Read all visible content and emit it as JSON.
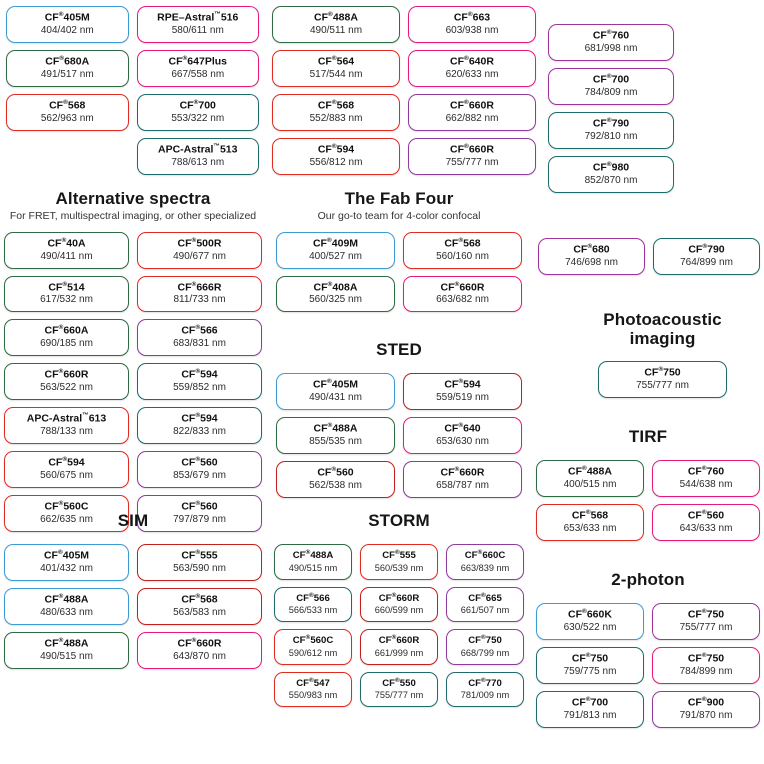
{
  "palette": {
    "blue": "#3d9bd4",
    "green": "#2f6b42",
    "red": "#e02b20",
    "magenta": "#e6197d",
    "teal": "#1f6b6b",
    "purple": "#8e3a9e",
    "violet": "#a0329e",
    "darkred": "#c2201c",
    "pinkred": "#e8355f"
  },
  "sections": [
    {
      "id": "top-left",
      "title": "",
      "subtitle": "",
      "columns": 2,
      "chips": [
        {
          "name": "CF",
          "reg": "®",
          "suffix": "405M",
          "spec": "404/402 nm",
          "color": "#3d9bd4"
        },
        {
          "name": "RPE–Astral",
          "tm": "™",
          "suffix": "516",
          "spec": "580/611 nm",
          "color": "#e6197d"
        },
        {
          "name": "CF",
          "reg": "®",
          "suffix": "680A",
          "spec": "491/517 nm",
          "color": "#2f6b42"
        },
        {
          "name": "CF",
          "reg": "®",
          "suffix": "647Plus",
          "spec": "667/558 nm",
          "color": "#e6197d"
        },
        {
          "name": "CF",
          "reg": "®",
          "suffix": "568",
          "spec": "562/963 nm",
          "color": "#e02b20"
        },
        {
          "name": "CF",
          "reg": "®",
          "suffix": "700",
          "spec": "553/322 nm",
          "color": "#1f6b6b"
        },
        {
          "name": "",
          "reg": "",
          "suffix": "",
          "spec": "",
          "color": "",
          "blank": true
        },
        {
          "name": "APC-Astral",
          "tm": "™",
          "suffix": "513",
          "spec": "788/613 nm",
          "color": "#1f6b6b"
        }
      ]
    },
    {
      "id": "top-mid",
      "title": "",
      "subtitle": "",
      "columns": 2,
      "chips": [
        {
          "name": "CF",
          "reg": "®",
          "suffix": "488A",
          "spec": "490/511 nm",
          "color": "#2f6b42"
        },
        {
          "name": "CF",
          "reg": "®",
          "suffix": "663",
          "spec": "603/938 nm",
          "color": "#e6197d"
        },
        {
          "name": "CF",
          "reg": "®",
          "suffix": "564",
          "spec": "517/544 nm",
          "color": "#e02b20"
        },
        {
          "name": "CF",
          "reg": "®",
          "suffix": "640R",
          "spec": "620/633 nm",
          "color": "#e6197d"
        },
        {
          "name": "CF",
          "reg": "®",
          "suffix": "568",
          "spec": "552/883 nm",
          "color": "#e02b20"
        },
        {
          "name": "CF",
          "reg": "®",
          "suffix": "660R",
          "spec": "662/882 nm",
          "color": "#8e3a9e"
        },
        {
          "name": "CF",
          "reg": "®",
          "suffix": "594",
          "spec": "556/812 nm",
          "color": "#e02b20"
        },
        {
          "name": "CF",
          "reg": "®",
          "suffix": "660R",
          "spec": "755/777 nm",
          "color": "#8e3a9e"
        }
      ]
    },
    {
      "id": "top-right",
      "title": "",
      "subtitle": "",
      "columns": 1,
      "chips": [
        {
          "name": "CF",
          "reg": "®",
          "suffix": "760",
          "spec": "681/998 nm",
          "color": "#a0329e"
        },
        {
          "name": "CF",
          "reg": "®",
          "suffix": "700",
          "spec": "784/809 nm",
          "color": "#a0329e"
        },
        {
          "name": "CF",
          "reg": "®",
          "suffix": "790",
          "spec": "792/810 nm",
          "color": "#1f6b6b"
        },
        {
          "name": "CF",
          "reg": "®",
          "suffix": "980",
          "spec": "852/870 nm",
          "color": "#1f6b6b"
        }
      ]
    },
    {
      "id": "alternative-spectra",
      "title": "Alternative spectra",
      "subtitle": "For FRET, multispectral imaging, or other specialized",
      "columns": 2,
      "chips": [
        {
          "name": "CF",
          "reg": "®",
          "suffix": "40A",
          "spec": "490/411 nm",
          "color": "#2f6b42"
        },
        {
          "name": "CF",
          "reg": "®",
          "suffix": "500R",
          "spec": "490/677 nm",
          "color": "#e02b20"
        },
        {
          "name": "CF",
          "reg": "®",
          "suffix": "514",
          "spec": "617/532 nm",
          "color": "#2f6b42"
        },
        {
          "name": "CF",
          "reg": "®",
          "suffix": "666R",
          "spec": "811/733 nm",
          "color": "#e02b20"
        },
        {
          "name": "CF",
          "reg": "®",
          "suffix": "660A",
          "spec": "690/185 nm",
          "color": "#2f6b42"
        },
        {
          "name": "CF",
          "reg": "®",
          "suffix": "566",
          "spec": "683/831 nm",
          "color": "#8e3a9e"
        },
        {
          "name": "CF",
          "reg": "®",
          "suffix": "660R",
          "spec": "563/522 nm",
          "color": "#2f6b42"
        },
        {
          "name": "CF",
          "reg": "®",
          "suffix": "594",
          "spec": "559/852 nm",
          "color": "#1f6b6b"
        },
        {
          "name": "APC-Astral",
          "tm": "™",
          "suffix": "613",
          "spec": "788/133 nm",
          "color": "#e02b20"
        },
        {
          "name": "CF",
          "reg": "®",
          "suffix": "594",
          "spec": "822/833 nm",
          "color": "#1f6b6b"
        },
        {
          "name": "CF",
          "reg": "®",
          "suffix": "594",
          "spec": "560/675 nm",
          "color": "#e02b20"
        },
        {
          "name": "CF",
          "reg": "®",
          "suffix": "560",
          "spec": "853/679 nm",
          "color": "#8e3a9e"
        },
        {
          "name": "CF",
          "reg": "®",
          "suffix": "560C",
          "spec": "662/635 nm",
          "color": "#e02b20"
        },
        {
          "name": "CF",
          "reg": "®",
          "suffix": "560",
          "spec": "797/879 nm",
          "color": "#8e3a9e"
        }
      ]
    },
    {
      "id": "fab-four",
      "title": "The Fab Four",
      "subtitle": "Our go-to team for 4-color confocal",
      "columns": 2,
      "chips": [
        {
          "name": "CF",
          "reg": "®",
          "suffix": "409M",
          "spec": "400/527 nm",
          "color": "#3d9bd4"
        },
        {
          "name": "CF",
          "reg": "®",
          "suffix": "568",
          "spec": "560/160 nm",
          "color": "#e02b20"
        },
        {
          "name": "CF",
          "reg": "®",
          "suffix": "408A",
          "spec": "560/325 nm",
          "color": "#2f6b42"
        },
        {
          "name": "CF",
          "reg": "®",
          "suffix": "660R",
          "spec": "663/682 nm",
          "color": "#e6197d"
        }
      ]
    },
    {
      "id": "sted",
      "title": "STED",
      "subtitle": "",
      "columns": 2,
      "chips": [
        {
          "name": "CF",
          "reg": "®",
          "suffix": "405M",
          "spec": "490/431 nm",
          "color": "#3d9bd4"
        },
        {
          "name": "CF",
          "reg": "®",
          "suffix": "594",
          "spec": "559/519 nm",
          "color": "#c2201c"
        },
        {
          "name": "CF",
          "reg": "®",
          "suffix": "488A",
          "spec": "855/535 nm",
          "color": "#2f6b42"
        },
        {
          "name": "CF",
          "reg": "®",
          "suffix": "640",
          "spec": "653/630 nm",
          "color": "#e6197d"
        },
        {
          "name": "CF",
          "reg": "®",
          "suffix": "560",
          "spec": "562/538 nm",
          "color": "#c2201c"
        },
        {
          "name": "CF",
          "reg": "®",
          "suffix": "660R",
          "spec": "658/787 nm",
          "color": "#8e3a9e"
        }
      ]
    },
    {
      "id": "sim",
      "title": "SIM",
      "subtitle": "",
      "columns": 2,
      "chips": [
        {
          "name": "CF",
          "reg": "®",
          "suffix": "405M",
          "spec": "401/432 nm",
          "color": "#3d9bd4"
        },
        {
          "name": "CF",
          "reg": "®",
          "suffix": "555",
          "spec": "563/590 nm",
          "color": "#c2201c"
        },
        {
          "name": "CF",
          "reg": "®",
          "suffix": "488A",
          "spec": "480/633 nm",
          "color": "#3d9bd4"
        },
        {
          "name": "CF",
          "reg": "®",
          "suffix": "568",
          "spec": "563/583 nm",
          "color": "#c2201c"
        },
        {
          "name": "CF",
          "reg": "®",
          "suffix": "488A",
          "spec": "490/515 nm",
          "color": "#2f6b42"
        },
        {
          "name": "CF",
          "reg": "®",
          "suffix": "660R",
          "spec": "643/870 nm",
          "color": "#e6197d"
        }
      ]
    },
    {
      "id": "storm",
      "title": "STORM",
      "subtitle": "",
      "columns": 3,
      "chips": [
        {
          "name": "CF",
          "reg": "®",
          "suffix": "488A",
          "spec": "490/515 nm",
          "color": "#2f6b42"
        },
        {
          "name": "CF",
          "reg": "®",
          "suffix": "555",
          "spec": "560/539 nm",
          "color": "#e02b20"
        },
        {
          "name": "CF",
          "reg": "®",
          "suffix": "660C",
          "spec": "663/839 nm",
          "color": "#8e3a9e"
        },
        {
          "name": "CF",
          "reg": "®",
          "suffix": "566",
          "spec": "566/533 nm",
          "color": "#1f6b6b"
        },
        {
          "name": "CF",
          "reg": "®",
          "suffix": "660R",
          "spec": "660/599 nm",
          "color": "#c2201c"
        },
        {
          "name": "CF",
          "reg": "®",
          "suffix": "665",
          "spec": "661/507 nm",
          "color": "#8e3a9e"
        },
        {
          "name": "CF",
          "reg": "®",
          "suffix": "560C",
          "spec": "590/612 nm",
          "color": "#e02b20"
        },
        {
          "name": "CF",
          "reg": "®",
          "suffix": "660R",
          "spec": "661/999 nm",
          "color": "#c2201c"
        },
        {
          "name": "CF",
          "reg": "®",
          "suffix": "750",
          "spec": "668/799 nm",
          "color": "#8e3a9e"
        },
        {
          "name": "CF",
          "reg": "®",
          "suffix": "547",
          "spec": "550/983 nm",
          "color": "#e02b20"
        },
        {
          "name": "CF",
          "reg": "®",
          "suffix": "550",
          "spec": "755/777 nm",
          "color": "#1f6b6b"
        },
        {
          "name": "CF",
          "reg": "®",
          "suffix": "770",
          "spec": "781/009 nm",
          "color": "#1f6b6b"
        }
      ]
    },
    {
      "id": "right-pair",
      "title": "",
      "subtitle": "",
      "columns": 2,
      "chips": [
        {
          "name": "CF",
          "reg": "®",
          "suffix": "680",
          "spec": "746/698 nm",
          "color": "#a0329e"
        },
        {
          "name": "CF",
          "reg": "®",
          "suffix": "790",
          "spec": "764/899 nm",
          "color": "#1f6b6b"
        }
      ]
    },
    {
      "id": "photoacoustic",
      "title": "Photoacoustic imaging",
      "subtitle": "",
      "columns": 1,
      "chips": [
        {
          "name": "CF",
          "reg": "®",
          "suffix": "750",
          "spec": "755/777 nm",
          "color": "#1f6b6b"
        }
      ]
    },
    {
      "id": "tirf",
      "title": "TIRF",
      "subtitle": "",
      "columns": 2,
      "chips": [
        {
          "name": "CF",
          "reg": "®",
          "suffix": "488A",
          "spec": "400/515 nm",
          "color": "#2f6b42"
        },
        {
          "name": "CF",
          "reg": "®",
          "suffix": "760",
          "spec": "544/638 nm",
          "color": "#e6197d"
        },
        {
          "name": "CF",
          "reg": "®",
          "suffix": "568",
          "spec": "653/633 nm",
          "color": "#e02b20"
        },
        {
          "name": "CF",
          "reg": "®",
          "suffix": "560",
          "spec": "643/633 nm",
          "color": "#e6197d"
        }
      ]
    },
    {
      "id": "two-photon",
      "title": "2-photon",
      "subtitle": "",
      "columns": 2,
      "chips": [
        {
          "name": "CF",
          "reg": "®",
          "suffix": "660K",
          "spec": "630/522 nm",
          "color": "#3d9bd4"
        },
        {
          "name": "CF",
          "reg": "®",
          "suffix": "750",
          "spec": "755/777 nm",
          "color": "#a0329e"
        },
        {
          "name": "CF",
          "reg": "®",
          "suffix": "750",
          "spec": "759/775 nm",
          "color": "#1f6b6b"
        },
        {
          "name": "CF",
          "reg": "®",
          "suffix": "750",
          "spec": "784/899 nm",
          "color": "#e6197d"
        },
        {
          "name": "CF",
          "reg": "®",
          "suffix": "700",
          "spec": "791/813 nm",
          "color": "#1f6b6b"
        },
        {
          "name": "CF",
          "reg": "®",
          "suffix": "900",
          "spec": "791/870 nm",
          "color": "#8e3a9e"
        }
      ]
    }
  ]
}
